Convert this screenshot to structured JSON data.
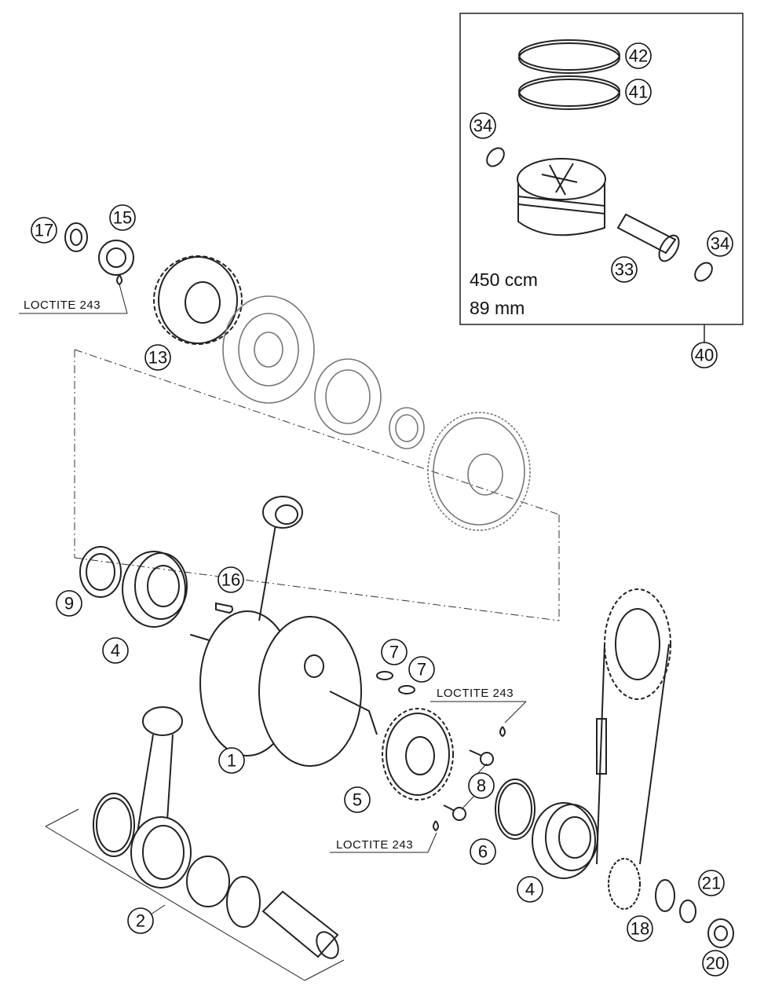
{
  "callouts": [
    {
      "id": "c1",
      "label": "1"
    },
    {
      "id": "c2",
      "label": "2"
    },
    {
      "id": "c4a",
      "label": "4"
    },
    {
      "id": "c4b",
      "label": "4"
    },
    {
      "id": "c5",
      "label": "5"
    },
    {
      "id": "c6",
      "label": "6"
    },
    {
      "id": "c7a",
      "label": "7"
    },
    {
      "id": "c7b",
      "label": "7"
    },
    {
      "id": "c8",
      "label": "8"
    },
    {
      "id": "c9",
      "label": "9"
    },
    {
      "id": "c13",
      "label": "13"
    },
    {
      "id": "c15",
      "label": "15"
    },
    {
      "id": "c16",
      "label": "16"
    },
    {
      "id": "c17",
      "label": "17"
    },
    {
      "id": "c18",
      "label": "18"
    },
    {
      "id": "c20",
      "label": "20"
    },
    {
      "id": "c21",
      "label": "21"
    },
    {
      "id": "c33",
      "label": "33"
    },
    {
      "id": "c34a",
      "label": "34"
    },
    {
      "id": "c34b",
      "label": "34"
    },
    {
      "id": "c40",
      "label": "40"
    },
    {
      "id": "c41",
      "label": "41"
    },
    {
      "id": "c42",
      "label": "42"
    }
  ],
  "loctite_labels": [
    "LOCTITE 243",
    "LOCTITE 243",
    "LOCTITE 243"
  ],
  "piston_kit": {
    "displacement": "450 ccm",
    "bore": "89 mm"
  }
}
